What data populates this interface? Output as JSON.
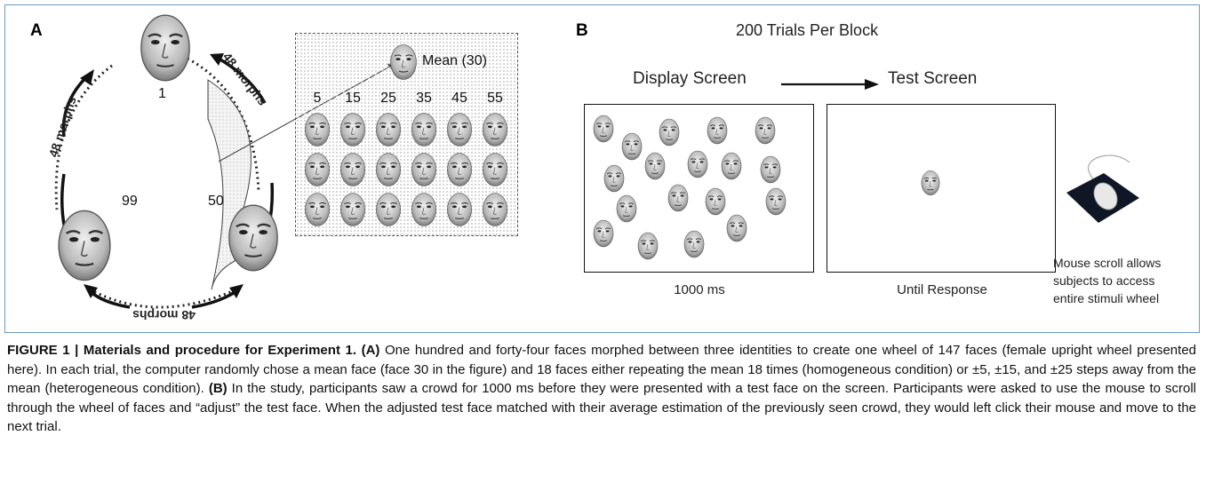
{
  "panelA": {
    "letter": "A",
    "face_labels": {
      "top": "1",
      "left": "99",
      "right": "50"
    },
    "morph_labels": {
      "left": "48 morphs",
      "top_right": "48 morphs",
      "bottom": "48 morphs"
    },
    "mean_label": "Mean (30)",
    "grid_columns": [
      "5",
      "15",
      "25",
      "35",
      "45",
      "55"
    ]
  },
  "panelB": {
    "letter": "B",
    "title": "200 Trials Per Block",
    "display_label": "Display Screen",
    "test_label": "Test Screen",
    "display_time": "1000 ms",
    "test_time": "Until Response",
    "mouse_note": [
      "Mouse scroll allows",
      "subjects to access",
      "entire stimuli wheel"
    ]
  },
  "caption": {
    "figure_label": "FIGURE 1 | Materials and procedure for Experiment 1.",
    "a_tag": "(A)",
    "a_text": " One hundred and forty-four faces morphed between three identities to create one wheel of 147 faces (female upright wheel presented here). In each trial, the computer randomly chose a mean face (face 30 in the figure) and 18 faces either repeating the mean 18 times (homogeneous condition) or ±5, ±15, and ±25 steps away from the mean (heterogeneous condition).",
    "b_tag": "(B)",
    "b_text": " In the study, participants saw a crowd for 1000 ms before they were presented with a test face on the screen. Participants were asked to use the mouse to scroll through the wheel of faces and “adjust” the test face. When the adjusted test face matched with their average estimation of the previously seen crowd, they would left click their mouse and move to the next trial."
  }
}
